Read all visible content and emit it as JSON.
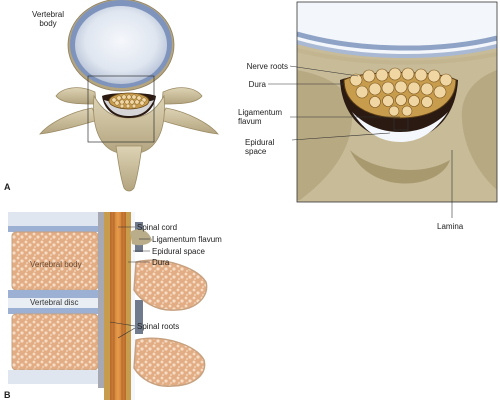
{
  "panels": {
    "a": "A",
    "b": "B"
  },
  "labels_top": {
    "vertebral_body": "Vertebral\nbody",
    "nerve_roots": "Nerve roots",
    "dura": "Dura",
    "ligamentum_flavum": "Ligamentum flavum",
    "epidural_space": "Epidural space",
    "lamina": "Lamina"
  },
  "labels_bottom": {
    "spinal_cord": "Spinal cord",
    "ligamentum_flavum": "Ligamentum flavum",
    "epidural_space": "Epidural space",
    "dura": "Dura",
    "vertebral_body": "Vertebral body",
    "vertebral_disc": "Vertebral disc",
    "spinal_roots": "Spinal roots"
  },
  "colors": {
    "bone": "#cfc3a2",
    "bone_dark": "#a99a74",
    "disc": "#e8eef5",
    "disc_ring": "#8d9fc0",
    "cancellous": "#e8b993",
    "dura": "#c79c4c",
    "cord": "#d4883a",
    "epidural": "#f4f7fb",
    "canal_dark": "#2a1a12"
  }
}
